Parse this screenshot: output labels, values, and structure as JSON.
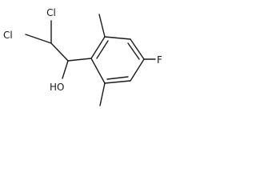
{
  "structure": {
    "atoms": {
      "chlorine_upper": "Cl",
      "chlorine_left": "Cl",
      "hydroxyl": "HO",
      "fluorine": "F"
    }
  }
}
